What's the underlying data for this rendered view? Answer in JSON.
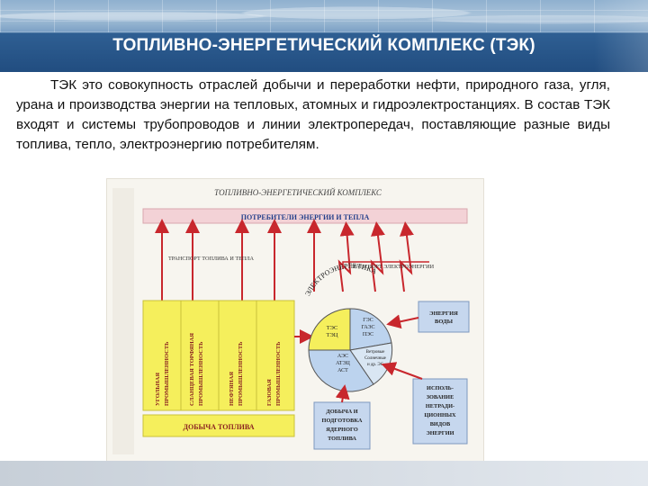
{
  "header": {
    "title": "ТОПЛИВНО-ЭНЕРГЕТИЧЕСКИЙ КОМПЛЕКС (ТЭК)"
  },
  "body_text": "ТЭК это совокупность отраслей добычи и переработки нефти, природного газа, угля, урана и производства энергии на тепловых, атомных и гидроэлектростанциях. В состав ТЭК входят и системы трубопроводов и линии электропередач, поставляющие разные виды топлива, тепло, электроэнергию потребителям.",
  "diagram": {
    "title": "ТОПЛИВНО-ЭНЕРГЕТИЧЕСКИЙ КОМПЛЕКС",
    "consumers": "ПОТРЕБИТЕЛИ ЭНЕРГИИ И ТЕПЛА",
    "fuel_transport": "ТРАНСПОРТ ТОПЛИВА И ТЕПЛА",
    "power_transport": "ТРАНСПОРТ ЭЛЕКТРОЭНЕРГИИ",
    "electro": "ЭЛЕКТРОЭНЕРГЕТИКА",
    "industries": [
      [
        "УГОЛЬНАЯ",
        "ПРОМЫШЛЕННОСТЬ"
      ],
      [
        "СЛАНЦЕВАЯ ТОРФЯНАЯ",
        "ПРОМЫШЛЕННОСТЬ"
      ],
      [
        "НЕФТЯНАЯ",
        "ПРОМЫШЛЕННОСТЬ"
      ],
      [
        "ГАЗОВАЯ",
        "ПРОМЫШЛЕННОСТЬ"
      ]
    ],
    "fuel_mining": "ДОБЫЧА ТОПЛИВА",
    "pie": {
      "tes": [
        "ТЭС",
        "ТЭЦ"
      ],
      "ges": [
        "ГЭС",
        "ГАЭС",
        "ПЭС"
      ],
      "aes": [
        "АЭС",
        "АТЭЦ",
        "АСТ"
      ],
      "alt": [
        "Ветровые",
        "Солнечные",
        "и др. ЭС"
      ]
    },
    "water_energy": [
      "ЭНЕРГИЯ",
      "ВОДЫ"
    ],
    "nuclear_fuel": [
      "ДОБЫЧА И",
      "ПОДГОТОВКА",
      "ЯДЕРНОГО",
      "ТОПЛИВА"
    ],
    "nontraditional": [
      "ИСПОЛЬ-",
      "ЗОВАНИЕ",
      "НЕТРАДИ-",
      "ЦИОННЫХ",
      "ВИДОВ",
      "ЭНЕРГИИ"
    ]
  },
  "colors": {
    "banner": "#214d80",
    "yellow": "#f5ef5c",
    "pink_band": "#f3d2d6",
    "pie_blue": "#bcd3ee",
    "red": "#c8272d"
  }
}
